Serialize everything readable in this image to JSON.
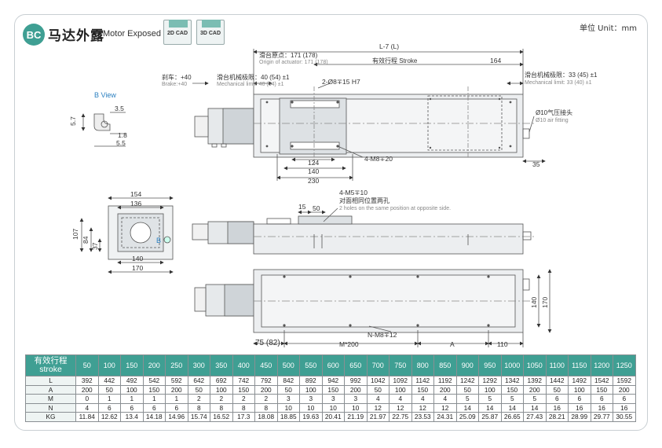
{
  "header": {
    "badge": "BC",
    "title_cn": "马达外露",
    "title_en": "Motor Exposed",
    "cad_2d": "2D CAD",
    "cad_3d": "3D CAD",
    "unit": "单位 Unit：mm"
  },
  "top_view": {
    "overall_length": "L-7 (L)",
    "origin_cn": "滑台原点：171 (178)",
    "origin_en": "Origin of actuator: 171 (178)",
    "stroke": "有效行程 Stroke",
    "dim_164": "164",
    "brake_cn": "刹车：+40",
    "brake_en": "Brake:+40",
    "mech_left_cn": "滑台机械极限：40 (54) ±1",
    "mech_left_en": "Mechanical limit: 40 (54) ±1",
    "mech_right_cn": "滑台机械极限：33 (45) ±1",
    "mech_right_en": "Mechanical limit: 33 (40) ±1",
    "pin_hole": "2-Ø8∓15 H7",
    "air_cn": "Ø10气压接头",
    "air_en": "Ø10 air fitting",
    "dim_124": "124",
    "dim_140": "140",
    "dim_230": "230",
    "thread_m8": "4-M8∓20",
    "dim_35": "35"
  },
  "b_view": {
    "label": "B View",
    "d1": "3.5",
    "d2": "5.7",
    "d3": "1.8",
    "d4": "5.5"
  },
  "side_view": {
    "thread_m5": "4-M5∓10",
    "opp_cn": "对面相同位置两孔",
    "opp_en": "2 holes on the same position at opposite side.",
    "d15": "15",
    "d50": "50"
  },
  "end_view": {
    "d154": "154",
    "d136": "136",
    "d107": "107",
    "d84": "84",
    "d37": "37",
    "d140": "140",
    "d170": "170",
    "b_marker": "B"
  },
  "bottom_view": {
    "d75": "75 (82)",
    "m200": "M*200",
    "dimA": "A",
    "d110": "110",
    "nm8": "N-M8∓12",
    "d140v": "140",
    "d170v": "170"
  },
  "table": {
    "head_cn": "有效行程",
    "head_en": "stroke",
    "strokes": [
      "50",
      "100",
      "150",
      "200",
      "250",
      "300",
      "350",
      "400",
      "450",
      "500",
      "550",
      "600",
      "650",
      "700",
      "750",
      "800",
      "850",
      "900",
      "950",
      "1000",
      "1050",
      "1100",
      "1150",
      "1200",
      "1250"
    ],
    "rows": [
      {
        "label": "L",
        "values": [
          "392",
          "442",
          "492",
          "542",
          "592",
          "642",
          "692",
          "742",
          "792",
          "842",
          "892",
          "942",
          "992",
          "1042",
          "1092",
          "1142",
          "1192",
          "1242",
          "1292",
          "1342",
          "1392",
          "1442",
          "1492",
          "1542",
          "1592"
        ]
      },
      {
        "label": "A",
        "values": [
          "200",
          "50",
          "100",
          "150",
          "200",
          "50",
          "100",
          "150",
          "200",
          "50",
          "100",
          "150",
          "200",
          "50",
          "100",
          "150",
          "200",
          "50",
          "100",
          "150",
          "200",
          "50",
          "100",
          "150",
          "200"
        ]
      },
      {
        "label": "M",
        "values": [
          "0",
          "1",
          "1",
          "1",
          "1",
          "2",
          "2",
          "2",
          "2",
          "3",
          "3",
          "3",
          "3",
          "4",
          "4",
          "4",
          "4",
          "5",
          "5",
          "5",
          "5",
          "6",
          "6",
          "6",
          "6"
        ]
      },
      {
        "label": "N",
        "values": [
          "4",
          "6",
          "6",
          "6",
          "6",
          "8",
          "8",
          "8",
          "8",
          "10",
          "10",
          "10",
          "10",
          "12",
          "12",
          "12",
          "12",
          "14",
          "14",
          "14",
          "14",
          "16",
          "16",
          "16",
          "16"
        ]
      },
      {
        "label": "KG",
        "values": [
          "11.84",
          "12.62",
          "13.4",
          "14.18",
          "14.96",
          "15.74",
          "16.52",
          "17.3",
          "18.08",
          "18.85",
          "19.63",
          "20.41",
          "21.19",
          "21.97",
          "22.75",
          "23.53",
          "24.31",
          "25.09",
          "25.87",
          "26.65",
          "27.43",
          "28.21",
          "28.99",
          "29.77",
          "30.55"
        ]
      }
    ]
  }
}
